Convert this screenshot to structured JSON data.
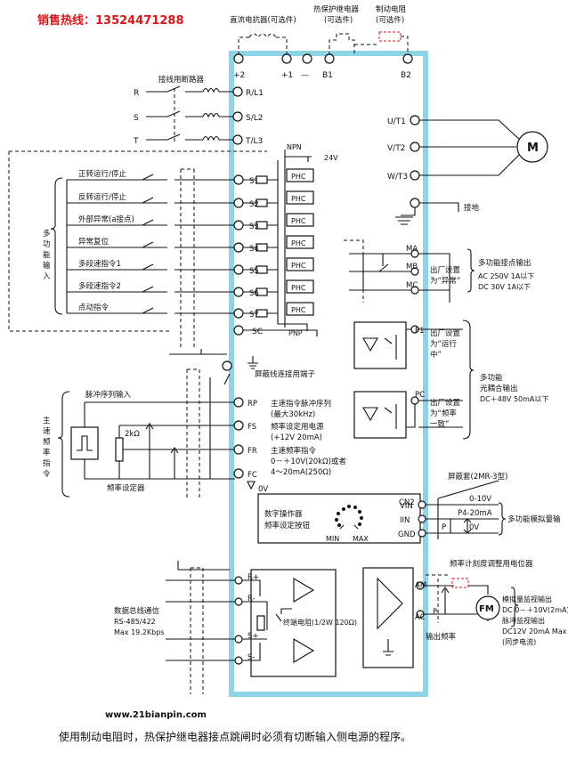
{
  "header": {
    "hotline": "销售热线：13524471288"
  },
  "top_options": {
    "dc_reactor": "直流电抗器(可选件)",
    "thermal_relay": "热保护继电器",
    "thermal_relay_opt": "(可选件)",
    "brake_resistor": "制动电阻",
    "brake_resistor_opt": "(可选件)",
    "top_terminals": [
      "+2",
      "+1",
      "—",
      "B1",
      "B2"
    ]
  },
  "power_input": {
    "breaker_label": "接线用断路器",
    "phases": [
      "R",
      "S",
      "T"
    ],
    "terminals": [
      "R/L1",
      "S/L2",
      "T/L3"
    ]
  },
  "motor": {
    "terminals": [
      "U/T1",
      "V/T2",
      "W/T3"
    ],
    "symbol": "M",
    "ground_label": "接地"
  },
  "inputs": {
    "group_label": [
      "多",
      "功",
      "能",
      "输",
      "入"
    ],
    "items": [
      {
        "label": "正转运行/停止",
        "terminal": "S1"
      },
      {
        "label": "反转运行/停止",
        "terminal": "S2"
      },
      {
        "label": "外部异常(a接点)",
        "terminal": "S3"
      },
      {
        "label": "异常复位",
        "terminal": "S4"
      },
      {
        "label": "多段速指令1",
        "terminal": "S5"
      },
      {
        "label": "多段速指令2",
        "terminal": "S6"
      },
      {
        "label": "点动指令",
        "terminal": "S7"
      }
    ],
    "phc": "PHC",
    "npn": "NPN",
    "pnp": "PNP",
    "v24": "24V",
    "sc": "SC",
    "shield_label": "屏蔽线连接用端子"
  },
  "fault_contact": {
    "terminals": [
      "MA",
      "MB",
      "MC"
    ],
    "factory": [
      "出厂设置",
      "为“异常”"
    ],
    "title": "多功能接点输出",
    "ratings": [
      "AC 250V 1A以下",
      "DC 30V 1A以下"
    ]
  },
  "photo_outputs": {
    "p1": "P1",
    "pc": "PC",
    "p1_factory": [
      "出厂设置",
      "为“运行",
      "中”"
    ],
    "pc_factory": [
      "出厂设置",
      "为“频率",
      "一致”"
    ],
    "title": [
      "多功能",
      "光耦合输出",
      "DC＋48V 50mA以下"
    ]
  },
  "freq_ref": {
    "group_label": [
      "主",
      "速",
      "频",
      "率",
      "指",
      "令"
    ],
    "pulse_input": "脉冲序列输入",
    "pot": "2kΩ",
    "pot_label": "频率设定器",
    "terminals": [
      "RP",
      "FS",
      "FR",
      "FC"
    ],
    "rp_desc": [
      "主速指令脉冲序列",
      "(最大30kHz)"
    ],
    "fs_desc": [
      "频率设定用电源",
      "(+12V 20mA)"
    ],
    "fr_desc": [
      "主速频率指令",
      "0－＋10V(20kΩ)或者",
      "4～20mA(250Ω)"
    ],
    "zero_v": "0V"
  },
  "analog_out": {
    "shield": "屏蔽套(2MR-3型)",
    "cn2": "CN2",
    "terminals": [
      "VIN",
      "IIN",
      "GND"
    ],
    "ranges": [
      "0-10V",
      "P4-20mA",
      "0V"
    ],
    "p": "P",
    "title": "多功能模拟量输",
    "operator": [
      "数字操作器",
      "频率设定按钮"
    ],
    "min": "MIN",
    "max": "MAX"
  },
  "comm": {
    "terminals": [
      "R+",
      "R-",
      "S+",
      "S-"
    ],
    "title": [
      "数据总线通信",
      "RS-485/422",
      "Max 19.2Kbps"
    ],
    "termination": "终端电阻(1/2W 120Ω)"
  },
  "meter": {
    "title": "频率计刻度调整用电位器",
    "terminals": [
      "AM",
      "AC"
    ],
    "fm": "FM",
    "p": "P",
    "out_label": "输出频率",
    "desc": [
      "模拟量监视输出",
      "DC 0－＋10V(2mA)",
      "脉冲监视输出",
      "DC12V 20mA Max",
      "(同步电流)"
    ]
  },
  "footer": {
    "site": "www.21bianpin.com",
    "note": "使用制动电阻时，热保护继电器接点跳闸时必须有切断输入侧电源的程序。"
  }
}
